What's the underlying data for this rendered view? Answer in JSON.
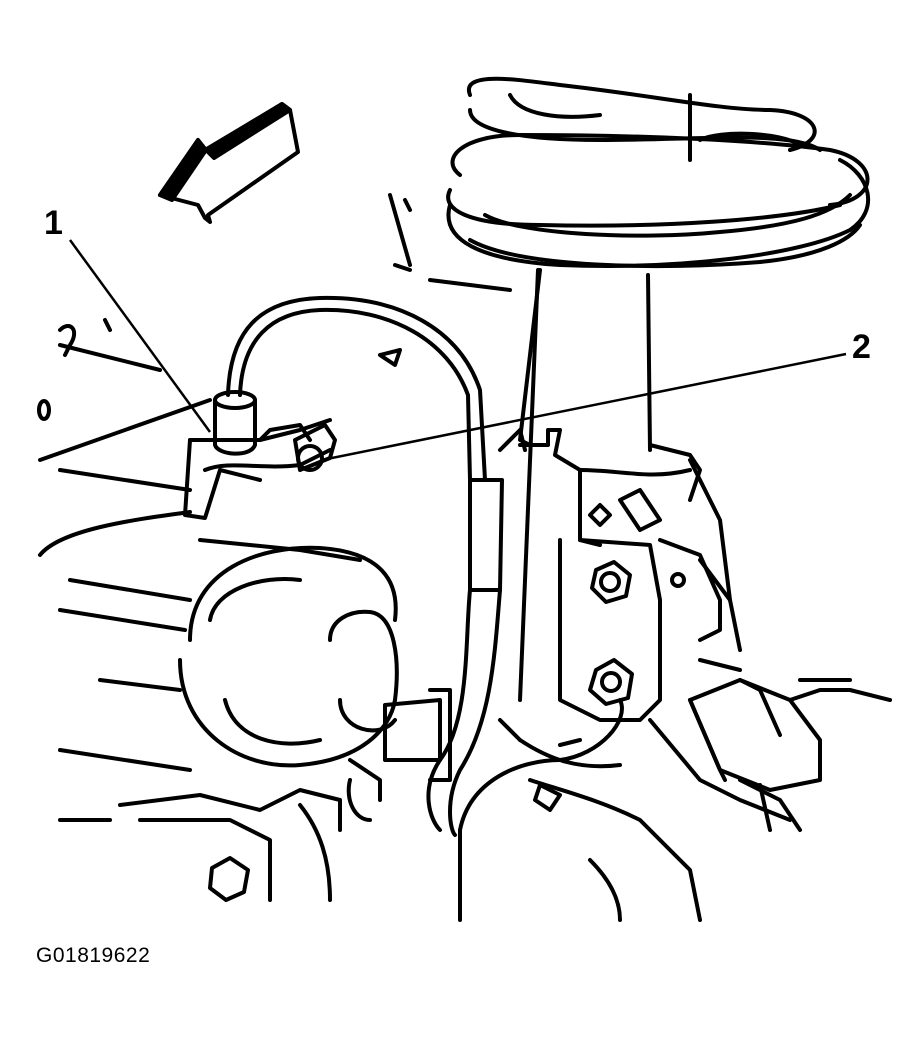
{
  "callouts": [
    {
      "number": "1"
    },
    {
      "number": "2"
    }
  ],
  "figure_id": "G01819622",
  "colors": {
    "line": "#000000",
    "background": "#ffffff"
  }
}
